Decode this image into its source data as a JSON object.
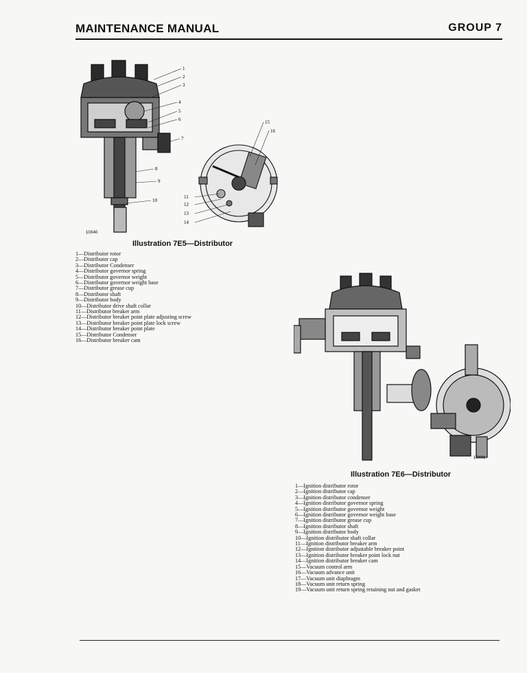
{
  "header": {
    "title": "MAINTENANCE MANUAL",
    "group": "GROUP 7"
  },
  "figure1": {
    "caption": "Illustration 7E5—Distributor",
    "code": "10X40",
    "callouts": [
      "1",
      "2",
      "3",
      "4",
      "5",
      "6",
      "7",
      "8",
      "9",
      "10",
      "11",
      "12",
      "13",
      "14",
      "15",
      "16"
    ],
    "legend": [
      {
        "n": "1",
        "text": "Distributor rotor"
      },
      {
        "n": "2",
        "text": "Distributor cap"
      },
      {
        "n": "3",
        "text": "Distributor Condenser"
      },
      {
        "n": "4",
        "text": "Distributor governor spring"
      },
      {
        "n": "5",
        "text": "Distributor governor weight"
      },
      {
        "n": "6",
        "text": "Distributor governor weight base"
      },
      {
        "n": "7",
        "text": "Distributor grease cup"
      },
      {
        "n": "8",
        "text": "Distributor shaft"
      },
      {
        "n": "9",
        "text": "Distributor body"
      },
      {
        "n": "10",
        "text": "Distributor drive shaft collar"
      },
      {
        "n": "11",
        "text": "Distributor breaker arm"
      },
      {
        "n": "12",
        "text": "Distributor breaker point plate adjusting screw"
      },
      {
        "n": "13",
        "text": "Distributor breaker point plate lock screw"
      },
      {
        "n": "14",
        "text": "Distributor breaker point plate"
      },
      {
        "n": "15",
        "text": "Distributor Condenser"
      },
      {
        "n": "16",
        "text": "Distributor breaker cam"
      }
    ]
  },
  "figure2": {
    "caption": "Illustration 7E6—Distributor",
    "code": "10X91",
    "legend": [
      {
        "n": "1",
        "text": "Ignition distributor rotor"
      },
      {
        "n": "2",
        "text": "Ignition distributor cap"
      },
      {
        "n": "3",
        "text": "Ignition distributor condenser"
      },
      {
        "n": "4",
        "text": "Ignition distributor governor spring"
      },
      {
        "n": "5",
        "text": "Ignition distributor governor weight"
      },
      {
        "n": "6",
        "text": "Ignition distributor governor weight base"
      },
      {
        "n": "7",
        "text": "Ignition distributor grease cup"
      },
      {
        "n": "8",
        "text": "Ignition distributor shaft"
      },
      {
        "n": "9",
        "text": "Ignition distributor body"
      },
      {
        "n": "10",
        "text": "Ignition distributor shaft collar"
      },
      {
        "n": "11",
        "text": "Ignition distributor breaker arm"
      },
      {
        "n": "12",
        "text": "Ignition distributor adjustable breaker point"
      },
      {
        "n": "13",
        "text": "Ignition distributor breaker point lock nut"
      },
      {
        "n": "14",
        "text": "Ignition distributor breaker cam"
      },
      {
        "n": "15",
        "text": "Vacuum control arm"
      },
      {
        "n": "16",
        "text": "Vacuum advance unit"
      },
      {
        "n": "17",
        "text": "Vacuum unit diaphragm"
      },
      {
        "n": "18",
        "text": "Vacuum unit return spring"
      },
      {
        "n": "19",
        "text": "Vacuum unit return spring retaining nut and gasket"
      }
    ]
  }
}
